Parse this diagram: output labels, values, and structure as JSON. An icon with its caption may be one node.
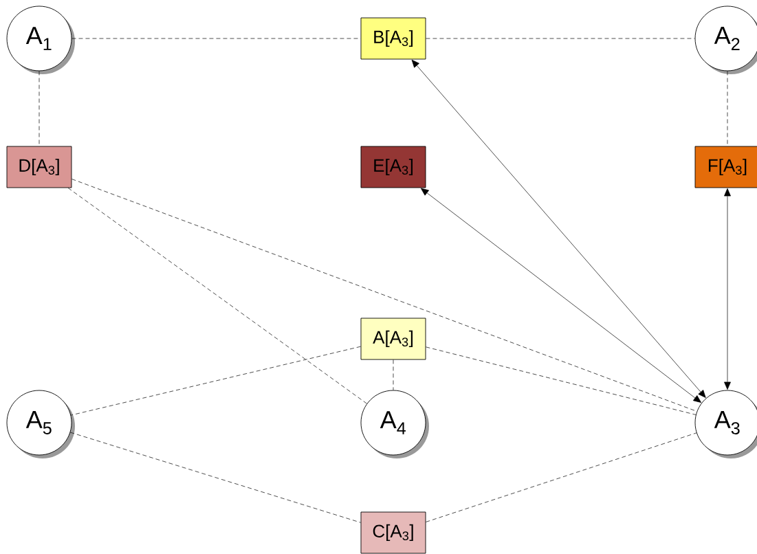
{
  "diagram": {
    "nodes": [
      {
        "text": [
          "A$_{1}$"
        ]
      },
      {
        "text": [
          "B[A$_{3}$]"
        ]
      },
      {
        "text": [
          "A$_{2}$"
        ]
      },
      {
        "text": [
          "D[A$_{3}$]"
        ]
      },
      {
        "text": [
          "E[A$_{3}$]"
        ]
      },
      {
        "text": [
          "F[A$_{3}$]"
        ]
      },
      {
        "text": [
          "A[A$_{3}$]"
        ]
      },
      {
        "text": [
          "A$_{5}$"
        ]
      },
      {
        "text": [
          "A$_{4}$"
        ]
      },
      {
        "text": [
          "A$_{3}$"
        ]
      },
      {
        "text": [
          "C[A$_{3}$]"
        ]
      }
    ],
    "edges": [
      {
        "from": 0,
        "to": 1,
        "arrow": "none",
        "style": "dashed"
      },
      {
        "from": 1,
        "to": 2,
        "arrow": "none",
        "style": "dashed"
      },
      {
        "from": 0,
        "to": 3,
        "arrow": "none",
        "style": "dashed"
      },
      {
        "from": 2,
        "to": 5,
        "arrow": "none",
        "style": "dashed"
      },
      {
        "from": 1,
        "to": 9,
        "arrow": "both"
      },
      {
        "from": 4,
        "to": 9,
        "arrow": "both"
      },
      {
        "from": 5,
        "to": 9,
        "arrow": "both"
      },
      {
        "from": 3,
        "to": 9,
        "arrow": "none",
        "style": "dashed"
      },
      {
        "from": 3,
        "to": 8,
        "arrow": "none",
        "style": "dashed"
      },
      {
        "from": 6,
        "to": 7,
        "arrow": "none",
        "style": "dashed"
      },
      {
        "from": 6,
        "to": 8,
        "arrow": "none",
        "style": "dashed"
      },
      {
        "from": 6,
        "to": 9,
        "arrow": "none",
        "style": "dashed"
      },
      {
        "from": 7,
        "to": 10,
        "arrow": "none",
        "style": "dashed"
      },
      {
        "from": 10,
        "to": 9,
        "arrow": "none",
        "style": "dashed"
      }
    ]
  }
}
